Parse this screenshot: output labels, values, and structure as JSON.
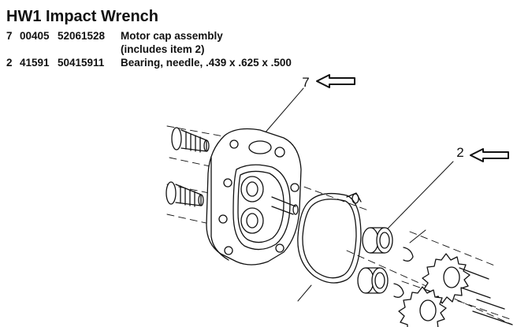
{
  "title": "HW1 Impact Wrench",
  "parts": [
    {
      "item": "7",
      "model": "00405",
      "part_number": "52061528",
      "description": "Motor cap assembly",
      "description_note": "(includes item 2)"
    },
    {
      "item": "2",
      "model": "41591",
      "part_number": "50415911",
      "description": "Bearing, needle, .439 x .625 x .500"
    }
  ],
  "callouts": {
    "item7": "7",
    "item2": "2"
  },
  "colors": {
    "ink": "#111111",
    "background": "#ffffff"
  }
}
